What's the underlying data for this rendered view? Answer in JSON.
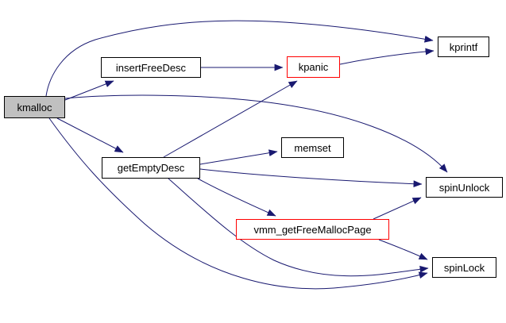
{
  "diagram": {
    "type": "call-graph",
    "colors": {
      "edge": "#191970",
      "node_border": "#000000",
      "truncated_node_border": "#ff0000",
      "focus_node_fill": "#c0c0c0",
      "node_fill": "#ffffff",
      "background": "#ffffff",
      "text": "#000000"
    },
    "nodes": [
      {
        "id": "kmalloc",
        "label": "kmalloc",
        "style": "focus"
      },
      {
        "id": "insertFreeDesc",
        "label": "insertFreeDesc",
        "style": "normal"
      },
      {
        "id": "kpanic",
        "label": "kpanic",
        "style": "truncated"
      },
      {
        "id": "kprintf",
        "label": "kprintf",
        "style": "normal"
      },
      {
        "id": "memset",
        "label": "memset",
        "style": "normal"
      },
      {
        "id": "getEmptyDesc",
        "label": "getEmptyDesc",
        "style": "normal"
      },
      {
        "id": "spinUnlock",
        "label": "spinUnlock",
        "style": "normal"
      },
      {
        "id": "vmm_getFreeMallocPage",
        "label": "vmm_getFreeMallocPage",
        "style": "truncated"
      },
      {
        "id": "spinLock",
        "label": "spinLock",
        "style": "normal"
      }
    ],
    "edges": [
      {
        "from": "kmalloc",
        "to": "kprintf"
      },
      {
        "from": "kmalloc",
        "to": "insertFreeDesc"
      },
      {
        "from": "kmalloc",
        "to": "getEmptyDesc"
      },
      {
        "from": "kmalloc",
        "to": "spinUnlock"
      },
      {
        "from": "kmalloc",
        "to": "spinLock"
      },
      {
        "from": "insertFreeDesc",
        "to": "kpanic"
      },
      {
        "from": "kpanic",
        "to": "kprintf"
      },
      {
        "from": "getEmptyDesc",
        "to": "kpanic"
      },
      {
        "from": "getEmptyDesc",
        "to": "memset"
      },
      {
        "from": "getEmptyDesc",
        "to": "spinUnlock"
      },
      {
        "from": "getEmptyDesc",
        "to": "vmm_getFreeMallocPage"
      },
      {
        "from": "getEmptyDesc",
        "to": "spinLock"
      },
      {
        "from": "vmm_getFreeMallocPage",
        "to": "spinUnlock"
      },
      {
        "from": "vmm_getFreeMallocPage",
        "to": "spinLock"
      }
    ]
  }
}
